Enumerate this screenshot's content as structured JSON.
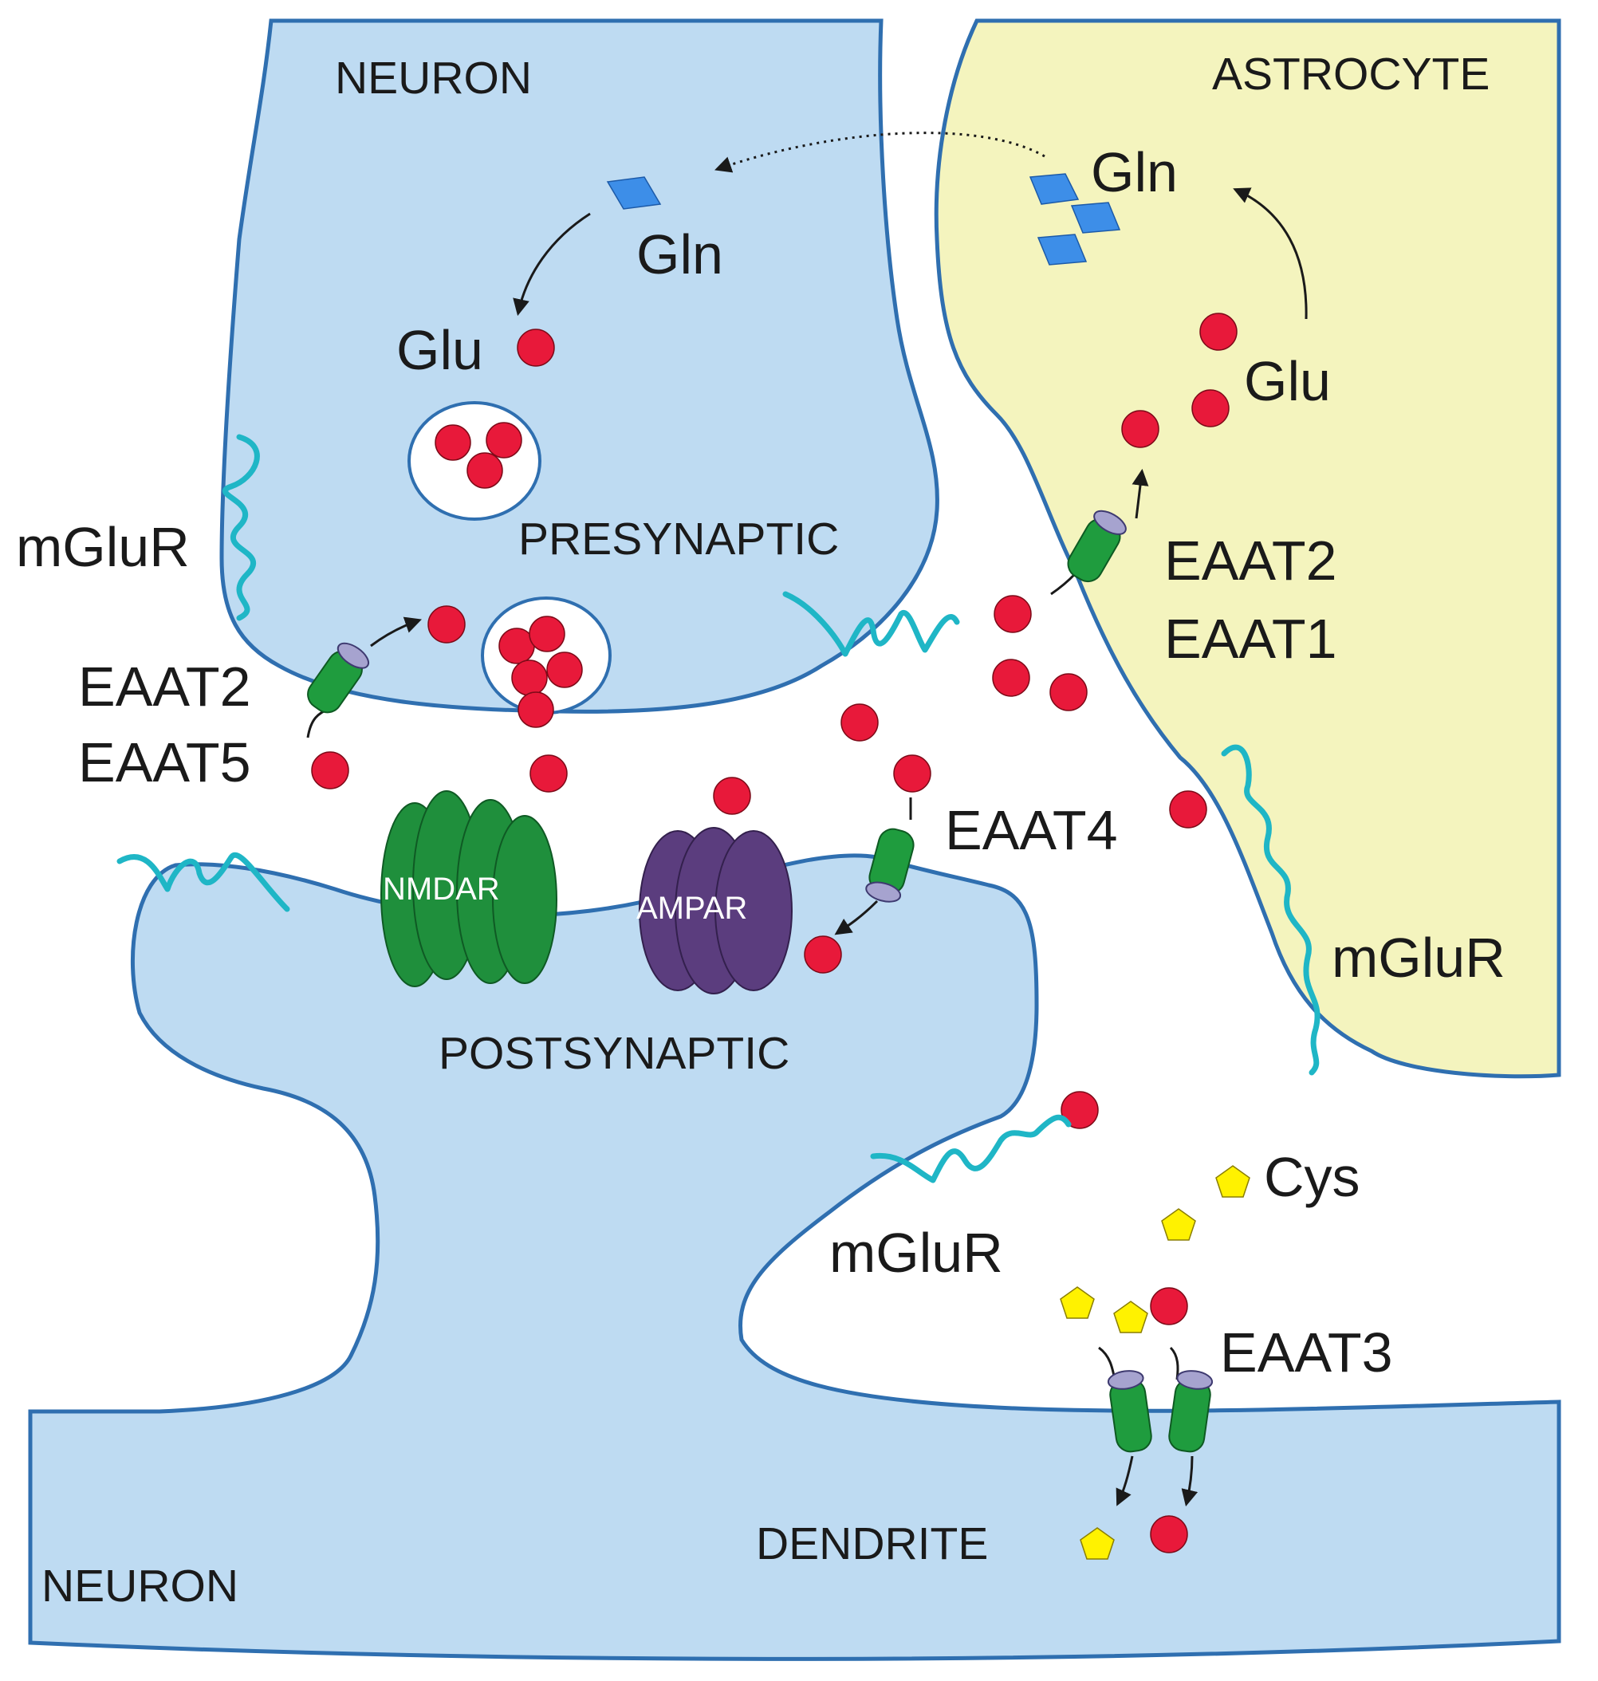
{
  "labels": {
    "neuron_top": "NEURON",
    "astrocyte": "ASTROCYTE",
    "presynaptic": "PRESYNAPTIC",
    "postsynaptic": "POSTSYNAPTIC",
    "dendrite": "DENDRITE",
    "neuron_bottom": "NEURON",
    "gln_neuron": "Gln",
    "glu_neuron": "Glu",
    "gln_astro": "Gln",
    "glu_astro": "Glu",
    "cys": "Cys",
    "mglur_left": "mGluR",
    "mglur_right": "mGluR",
    "mglur_bottom": "mGluR",
    "eaat2_pre": "EAAT2",
    "eaat5_pre": "EAAT5",
    "eaat2_astro": "EAAT2",
    "eaat1_astro": "EAAT1",
    "eaat4": "EAAT4",
    "eaat3": "EAAT3",
    "nmdar": "NMDAR",
    "ampar": "AMPAR"
  },
  "colors": {
    "neuron_fill": "#bedbf2",
    "astrocyte_fill": "#f4f4be",
    "membrane": "#2f6fb0",
    "glutamate": "#e8193a",
    "cysteine": "#fff200",
    "glutamine": "#3d8ee8",
    "mglur": "#1fb6c6",
    "transporter": "#1f9c3e",
    "nmdar": "#1f8f3c",
    "ampar": "#5b3d7e"
  }
}
